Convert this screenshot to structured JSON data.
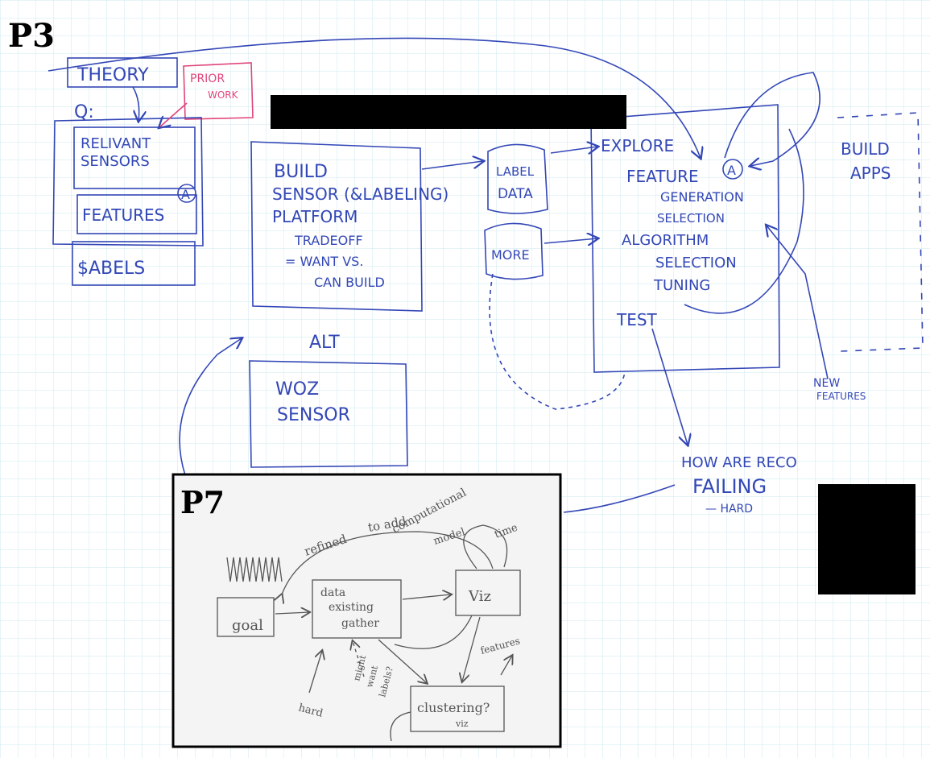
{
  "panel_labels": {
    "p3": "P3",
    "p7": "P7"
  },
  "colors": {
    "ink": "#3347b6",
    "red_ink": "#e0457a",
    "pencil": "#555555",
    "grid": "#c9e6ef",
    "redaction": "#000000"
  },
  "p3": {
    "theory": "THEORY",
    "prior_work": [
      "PRIOR",
      "WORK"
    ],
    "question": "Q:",
    "relevant_sensors": [
      "RELIVANT",
      "SENSORS"
    ],
    "features": "FEATURES",
    "marker_a": "A",
    "labels": "$ABELS",
    "build_sensor": [
      "BUILD",
      "SENSOR (&LABELING)",
      "PLATFORM",
      "TRADEOFF",
      "= WANT VS.",
      "CAN BUILD"
    ],
    "alt": "ALT",
    "woz_sensor": [
      "WOZ",
      "SENSOR"
    ],
    "label_data": [
      "LABEL",
      "DATA"
    ],
    "more": "MORE",
    "explore": "EXPLORE",
    "feature": "FEATURE",
    "generation": "GENERATION",
    "selection_1": "SELECTION",
    "algorithm": "ALGORITHM",
    "selection_2": "SELECTION",
    "tuning": "TUNING",
    "test": "TEST",
    "build_apps": [
      "BUILD",
      "APPS"
    ],
    "new_features": [
      "NEW",
      "FEATURES"
    ],
    "how_are": "HOW ARE RECO",
    "failing": "FAILING",
    "hard": "— HARD"
  },
  "p7": {
    "refined": "refined",
    "to_add": "to add",
    "computational": "computational",
    "model": "model",
    "time": "time",
    "goal": "goal",
    "data_box": [
      "data",
      "existing",
      "gather"
    ],
    "viz": "Viz",
    "features": "features",
    "clustering": [
      "clustering?",
      "viz"
    ],
    "hard": "hard",
    "might_wrong": [
      "might",
      "want",
      "labels?"
    ]
  }
}
